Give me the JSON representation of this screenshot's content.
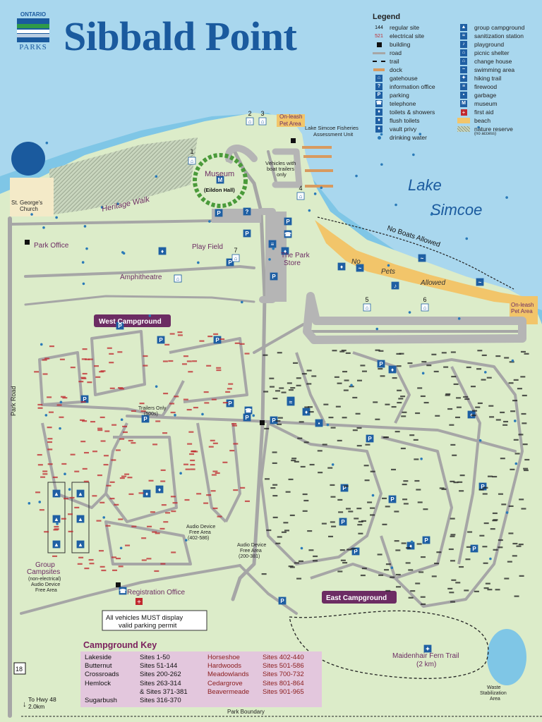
{
  "header": {
    "title": "Sibbald Point",
    "logo_top": "ONTARIO",
    "logo_bottom": "PARKS"
  },
  "legend": {
    "title": "Legend",
    "left": [
      {
        "symbol": "144",
        "label": "regular site"
      },
      {
        "symbol": "521",
        "label": "electrical site"
      },
      {
        "symbol": "building-square",
        "label": "building"
      },
      {
        "symbol": "road-line",
        "label": "road"
      },
      {
        "symbol": "trail-dash",
        "label": "trail"
      },
      {
        "symbol": "dock-bar",
        "label": "dock"
      },
      {
        "symbol": "gatehouse-icon",
        "label": "gatehouse"
      },
      {
        "symbol": "info-icon",
        "label": "information office"
      },
      {
        "symbol": "parking-icon",
        "label": "parking"
      },
      {
        "symbol": "telephone-icon",
        "label": "telephone"
      },
      {
        "symbol": "toilets-showers-icon",
        "label": "toilets & showers"
      },
      {
        "symbol": "flush-toilets-icon",
        "label": "flush toilets"
      },
      {
        "symbol": "vault-privy-icon",
        "label": "vault privy"
      },
      {
        "symbol": "water-dot",
        "label": "drinking water"
      }
    ],
    "right": [
      {
        "symbol": "group-campground-icon",
        "label": "group campground"
      },
      {
        "symbol": "sanitization-icon",
        "label": "sanitization station"
      },
      {
        "symbol": "playground-icon",
        "label": "playground"
      },
      {
        "symbol": "picnic-shelter-icon",
        "label": "picnic shelter"
      },
      {
        "symbol": "change-house-icon",
        "label": "change house"
      },
      {
        "symbol": "swimming-icon",
        "label": "swimming area"
      },
      {
        "symbol": "hiking-icon",
        "label": "hiking trail"
      },
      {
        "symbol": "firewood-icon",
        "label": "firewood"
      },
      {
        "symbol": "garbage-icon",
        "label": "garbage"
      },
      {
        "symbol": "museum-icon",
        "label": "museum"
      },
      {
        "symbol": "first-aid-icon",
        "label": "first aid"
      },
      {
        "symbol": "beach-swatch",
        "label": "beach"
      },
      {
        "symbol": "nature-reserve-swatch",
        "label": "nature reserve",
        "note": "(no access)"
      }
    ]
  },
  "map_labels": {
    "lake_1": "Lake",
    "lake_2": "Simcoe",
    "no_boats": "No Boats Allowed",
    "no_pets_1": "No",
    "no_pets_2": "Pets",
    "no_pets_3": "Allowed",
    "on_leash_1": "On-leash",
    "on_leash_2": "Pet Area",
    "fisheries_1": "Lake Simcoe Fisheries",
    "fisheries_2": "Assessment Unit",
    "vehicles_1": "Vehicles with",
    "vehicles_2": "boat trailers",
    "vehicles_3": "only",
    "museum": "Museum",
    "eildon": "(Eildon Hall)",
    "heritage": "Heritage Walk",
    "church_1": "St. George's",
    "church_2": "Church",
    "park_office": "Park Office",
    "play_field": "Play Field",
    "park_store_1": "The Park",
    "park_store_2": "Store",
    "amphitheatre": "Amphitheatre",
    "west_campground": "West Campground",
    "east_campground": "East Campground",
    "park_road": "Park Road",
    "trailers_only_1": "Trailers Only",
    "trailers_only_2": "(500s)",
    "audio_west_1": "Audio Device",
    "audio_west_2": "Free Area",
    "audio_west_3": "(402-586)",
    "audio_mid_1": "Audio Device",
    "audio_mid_2": "Free Area",
    "audio_mid_3": "(200-381)",
    "group_1": "Group",
    "group_2": "Campsites",
    "group_3": "(non-electrical)",
    "group_4": "Audio Device",
    "group_5": "Free Area",
    "registration": "Registration Office",
    "permit_1": "All vehicles MUST display",
    "permit_2": "valid parking permit",
    "fern_1": "Maidenhair Fern Trail",
    "fern_2": "(2 km)",
    "waste_1": "Waste",
    "waste_2": "Stabilization",
    "waste_3": "Area",
    "hwy_1": "To Hwy 48",
    "hwy_2": "2.0km",
    "hwy_sign": "18",
    "park_boundary": "Park Boundary",
    "shelter_numbers": [
      "1",
      "2",
      "3",
      "4",
      "5",
      "6",
      "7"
    ]
  },
  "campground_key": {
    "title": "Campground Key",
    "rows": [
      {
        "name": "Lakeside",
        "sites": "Sites 1-50",
        "name2": "Horseshoe",
        "sites2": "Sites 402-440"
      },
      {
        "name": "Butternut",
        "sites": "Sites 51-144",
        "name2": "Hardwoods",
        "sites2": "Sites 501-586"
      },
      {
        "name": "Crossroads",
        "sites": "Sites 200-262",
        "name2": "Meadowlands",
        "sites2": "Sites 700-732"
      },
      {
        "name": "Hemlock",
        "sites": "Sites 263-314",
        "name2": "Cedargrove",
        "sites2": "Sites 801-864"
      },
      {
        "name": "",
        "sites": "& Sites 371-381",
        "name2": "Beavermeade",
        "sites2": "Sites 901-965"
      },
      {
        "name": "Sugarbush",
        "sites": "Sites 316-370",
        "name2": "",
        "sites2": ""
      }
    ]
  },
  "colors": {
    "water": "#7fc6e6",
    "shallow": "#b8dff0",
    "land": "#dcecc9",
    "road": "#a6a6a6",
    "beach": "#f2c56a",
    "title_blue": "#1a5a9e",
    "campground_label_bg": "#6c2c63",
    "site_red": "#c0282d",
    "icon_blue": "#1f5fa3",
    "key_bg": "#e3c7dd"
  }
}
